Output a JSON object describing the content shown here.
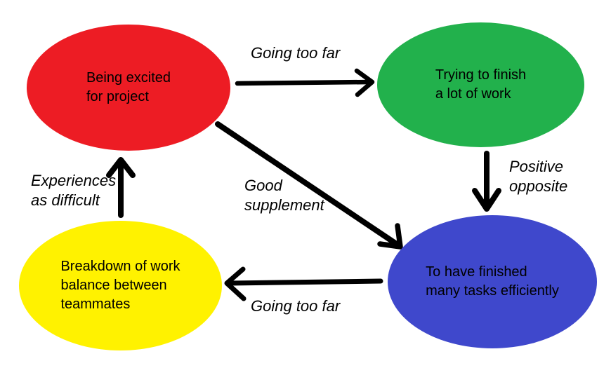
{
  "canvas": {
    "background": "#FFFFFF",
    "arrow_color": "#000000",
    "text_color": "#000000"
  },
  "nodes": [
    {
      "id": "being-excited",
      "lines": [
        "Being excited",
        "for project"
      ],
      "color": "#ED1C24"
    },
    {
      "id": "trying-to-finish",
      "lines": [
        "Trying to finish",
        "a lot of work"
      ],
      "color": "#22B14C"
    },
    {
      "id": "breakdown-of-work",
      "lines": [
        "Breakdown of work",
        "balance between",
        "teammates"
      ],
      "color": "#FFF200"
    },
    {
      "id": "finished-many-tasks",
      "lines": [
        "To have finished",
        "many tasks efficiently"
      ],
      "color": "#3F48CC"
    }
  ],
  "edges": [
    {
      "id": "excited-to-trying",
      "from": "being-excited",
      "to": "trying-to-finish",
      "lines": [
        "Going too far"
      ]
    },
    {
      "id": "trying-to-finished",
      "from": "trying-to-finish",
      "to": "finished-many-tasks",
      "lines": [
        "Positive",
        "opposite"
      ]
    },
    {
      "id": "excited-to-finished",
      "from": "being-excited",
      "to": "finished-many-tasks",
      "lines": [
        "Good",
        "supplement"
      ]
    },
    {
      "id": "breakdown-to-excited",
      "from": "breakdown-of-work",
      "to": "being-excited",
      "lines": [
        "Experiences",
        "as difficult"
      ]
    },
    {
      "id": "finished-to-breakdown",
      "from": "finished-many-tasks",
      "to": "breakdown-of-work",
      "lines": [
        "Going too far"
      ]
    }
  ]
}
